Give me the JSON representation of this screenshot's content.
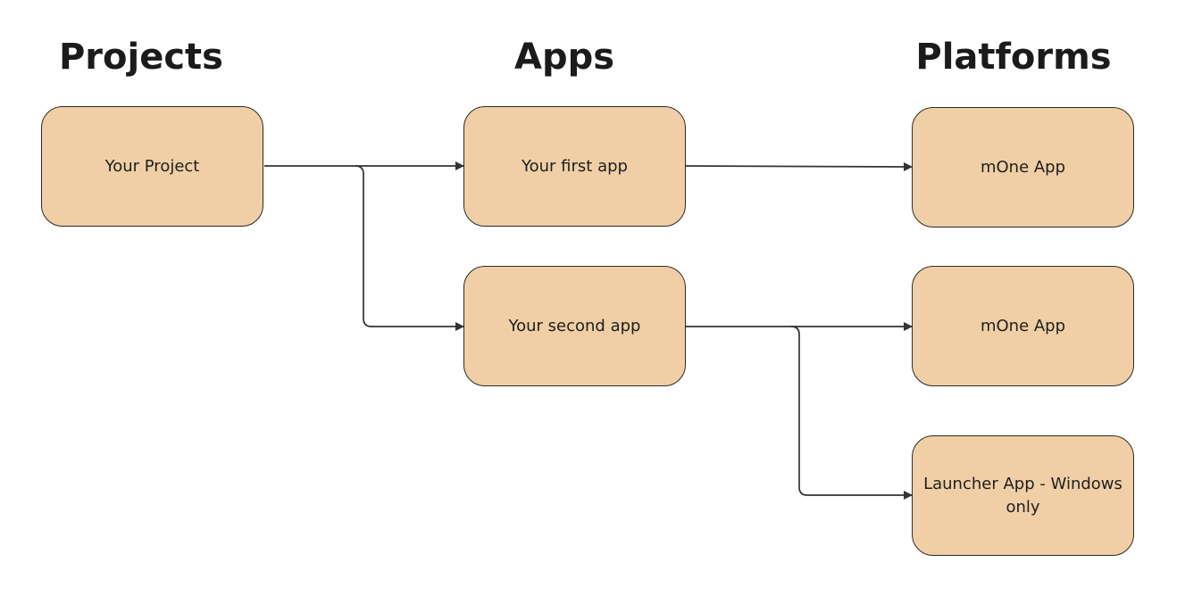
{
  "headers": {
    "projects": "Projects",
    "apps": "Apps",
    "platforms": "Platforms"
  },
  "nodes": {
    "project": "Your Project",
    "app_first": "Your first app",
    "app_second": "Your second app",
    "platform_mone_1": "mOne App",
    "platform_mone_2": "mOne App",
    "platform_launcher": "Launcher App - Windows only"
  },
  "colors": {
    "node_fill": "#f1cfa6",
    "node_border": "#2a2a2a",
    "connector": "#333333",
    "header_text": "#1b1b1b"
  }
}
